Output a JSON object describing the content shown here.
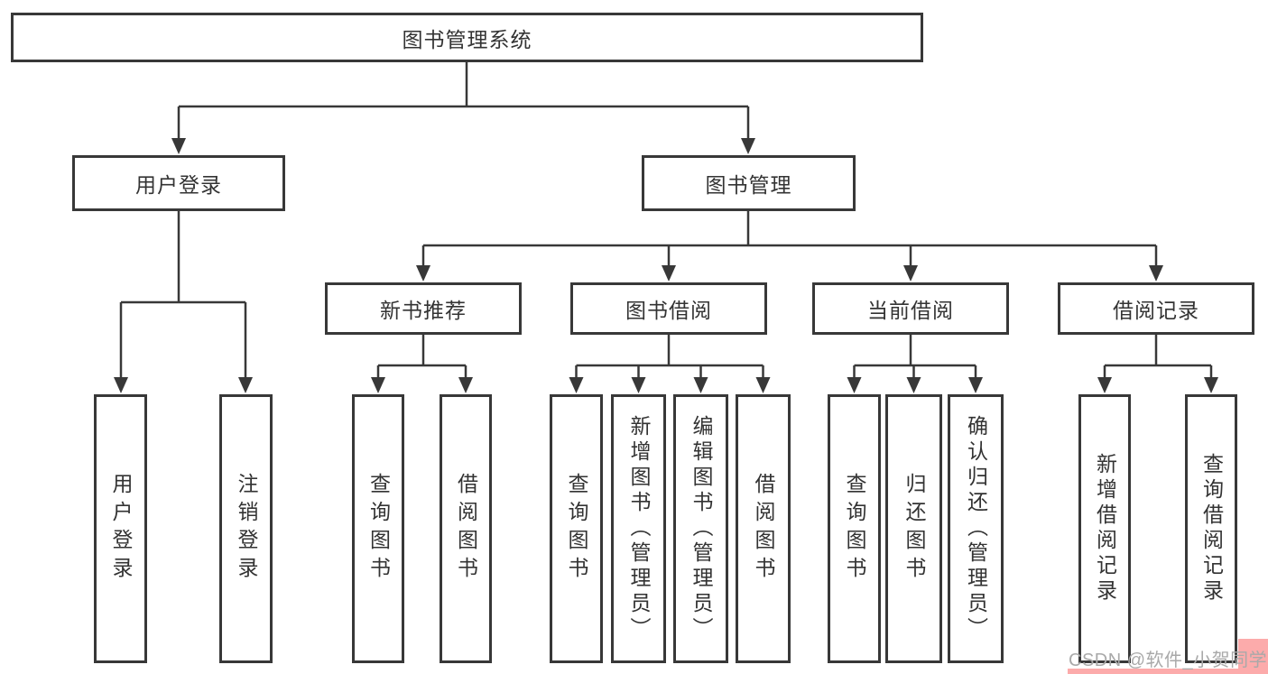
{
  "title": "图书管理系统",
  "tree": {
    "label": "图书管理系统",
    "children": [
      {
        "label": "用户登录",
        "children": [
          {
            "label": "用户登录"
          },
          {
            "label": "注销登录"
          }
        ]
      },
      {
        "label": "图书管理",
        "children": [
          {
            "label": "新书推荐",
            "children": [
              {
                "label": "查询图书"
              },
              {
                "label": "借阅图书"
              }
            ]
          },
          {
            "label": "图书借阅",
            "children": [
              {
                "label": "查询图书"
              },
              {
                "label": "新增图书（管理员）"
              },
              {
                "label": "编辑图书（管理员）"
              },
              {
                "label": "借阅图书"
              }
            ]
          },
          {
            "label": "当前借阅",
            "children": [
              {
                "label": "查询图书"
              },
              {
                "label": "归还图书"
              },
              {
                "label": "确认归还（管理员）"
              }
            ]
          },
          {
            "label": "借阅记录",
            "children": [
              {
                "label": "新增借阅记录"
              },
              {
                "label": "查询借阅记录"
              }
            ]
          }
        ]
      }
    ]
  },
  "watermark": {
    "text": "CSDN @软件_小贺同学"
  },
  "colors": {
    "line": "#383838",
    "text": "#333333",
    "box_background": "#ffffff",
    "watermark_text": "#a9a9a9",
    "watermark_highlight": "#fcabab",
    "page_background": "#ffffff"
  }
}
